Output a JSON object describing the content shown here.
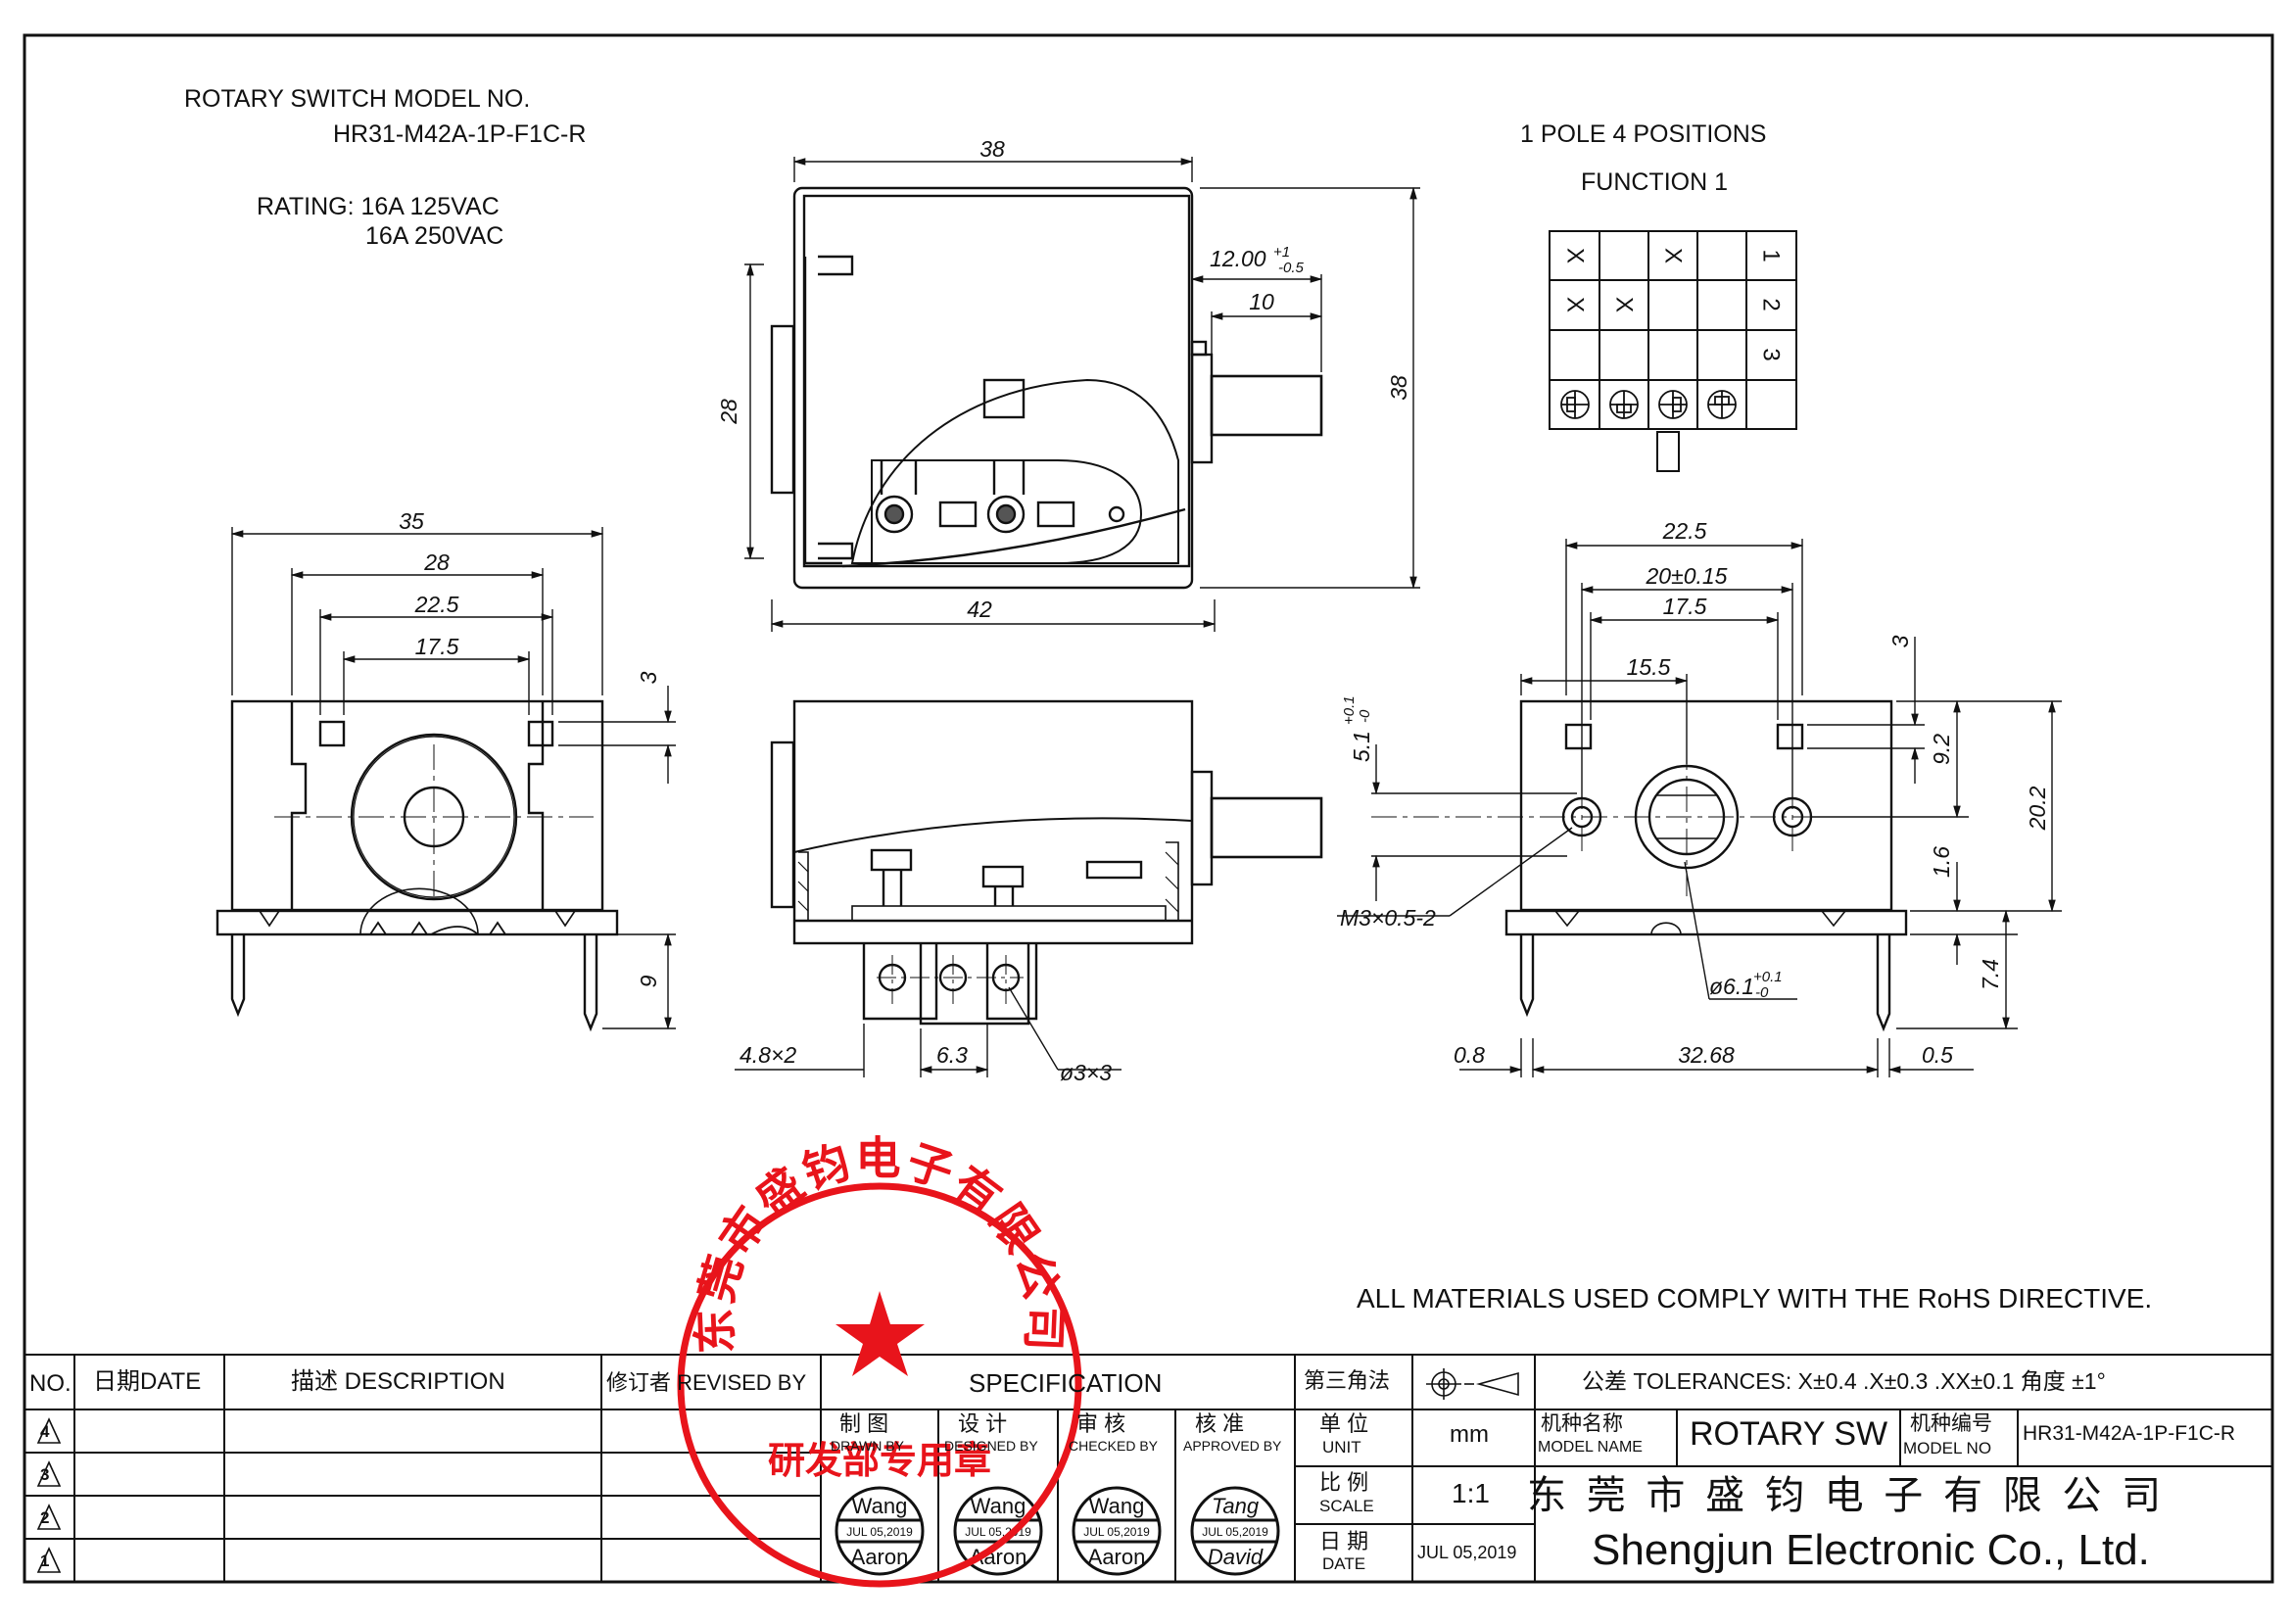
{
  "notes": {
    "model_title": "ROTARY SWITCH MODEL NO.",
    "model_no": "HR31-M42A-1P-F1C-R",
    "rating_1": "RATING: 16A 125VAC",
    "rating_2": "16A 250VAC",
    "poles": "1 POLE 4 POSITIONS",
    "function": "FUNCTION 1",
    "rohs": "ALL MATERIALS USED COMPLY WITH THE RoHS DIRECTIVE."
  },
  "dimensions": {
    "top_view": {
      "width": "38",
      "depth": "42",
      "height": "38",
      "left": "28",
      "shaft_ext": "12.00",
      "shaft_tol_up": "+1",
      "shaft_tol_dn": "-0.5",
      "shaft_len": "10"
    },
    "front_view": {
      "w35": "35",
      "w28": "28",
      "w22_5": "22.5",
      "w17_5": "17.5",
      "h3": "3",
      "h9": "9"
    },
    "side_view": {
      "terminal_pitch": "4.8×2",
      "pitch": "6.3",
      "holes": "ø3×3"
    },
    "rear_view": {
      "w22_5": "22.5",
      "w20": "20±0.15",
      "w17_5": "17.5",
      "w15_5": "15.5",
      "h3": "3",
      "h9_2": "9.2",
      "h20_2": "20.2",
      "h5_1": "5.1",
      "h5_1_tol_up": "+0.1",
      "h5_1_tol_dn": "-0",
      "h1_6": "1.6",
      "h7_4": "7.4",
      "thread": "M3×0.5-2",
      "bore": "ø6.1",
      "bore_tol_up": "+0.1",
      "bore_tol_dn": "-0",
      "left": "0.8",
      "span": "32.68",
      "right": "0.5"
    }
  },
  "function_table": {
    "row_labels": [
      "1",
      "2",
      "3"
    ],
    "rows": [
      [
        "X",
        "",
        "X",
        ""
      ],
      [
        "X",
        "X",
        "",
        ""
      ],
      [
        "",
        "",
        "",
        ""
      ]
    ]
  },
  "title_block": {
    "rev_headers": {
      "no": "NO.",
      "date": "日期DATE",
      "desc": "描述  DESCRIPTION",
      "revised": "修订者 REVISED BY"
    },
    "rev_numbers": [
      "4",
      "3",
      "2",
      "1"
    ],
    "specification": "SPECIFICATION",
    "projection": "第三角法",
    "tolerances": "公差  TOLERANCES: X±0.4  .X±0.3 .XX±0.1 角度  ±1°",
    "roles": [
      {
        "cn": "制    图",
        "en": "DRAWN BY",
        "top": "Wang",
        "date": "JUL 05,2019",
        "bottom": "Aaron"
      },
      {
        "cn": "设    计",
        "en": "DESIGNED BY",
        "top": "Wang",
        "date": "JUL 05,2019",
        "bottom": "Aaron"
      },
      {
        "cn": "审    核",
        "en": "CHECKED BY",
        "top": "Wang",
        "date": "JUL 05,2019",
        "bottom": "Aaron"
      },
      {
        "cn": "核    准",
        "en": "APPROVED BY",
        "top": "Tang",
        "date": "JUL 05,2019",
        "bottom": "David"
      }
    ],
    "unit_cn": "单  位",
    "unit_en": "UNIT",
    "unit_val": "mm",
    "scale_cn": "比  例",
    "scale_en": "SCALE",
    "scale_val": "1:1",
    "date_cn": "日  期",
    "date_en": "DATE",
    "date_val": "JUL 05,2019",
    "model_name_cn": "机种名称",
    "model_name_en": "MODEL NAME",
    "model_name_val": "ROTARY SW",
    "model_no_cn": "机种编号",
    "model_no_en": "MODEL NO",
    "model_no_val": "HR31-M42A-1P-F1C-R",
    "company_cn": "东 莞 市 盛 钧 电 子 有 限 公 司",
    "company_en": "Shengjun Electronic  Co., Ltd."
  },
  "seal": {
    "ring_text": "东莞市盛钧电子有限公司",
    "bottom_text": "研发部专用章"
  },
  "colors": {
    "line": "#1a1a1a",
    "seal": "#e8141b"
  }
}
